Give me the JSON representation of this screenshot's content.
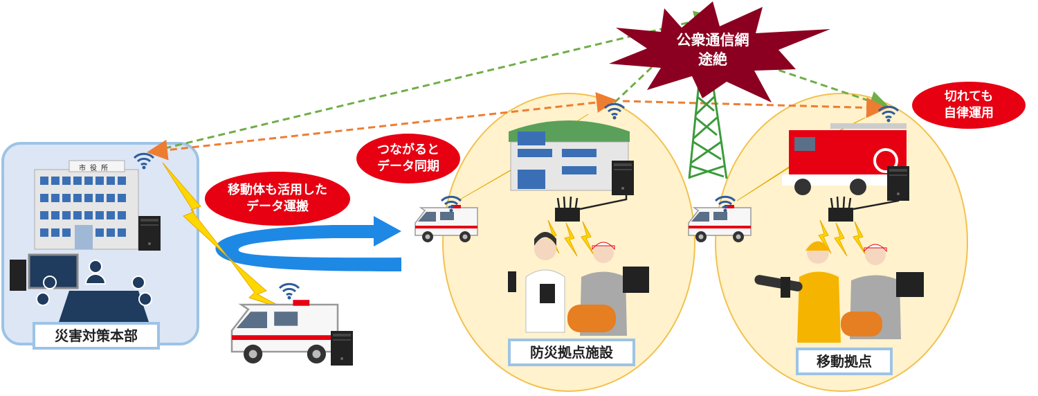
{
  "labels": {
    "hq": "災害対策本部",
    "facility": "防災拠点施設",
    "mobile_base": "移動拠点",
    "city_hall_sign": "市役所"
  },
  "callouts": {
    "mobile_transport": "移動体も活用した\nデータ運搬",
    "sync": "つながると\nデータ同期",
    "autonomous": "切れても\n自律運用",
    "network_down": "公衆通信網\n途絶"
  },
  "colors": {
    "hq_panel": "#dce6f5",
    "hq_border": "#9dc3e6",
    "base_circle": "#fff2cc",
    "base_border": "#f2c14e",
    "callout_red": "#e60012",
    "burst": "#8b0020",
    "green_link": "#70ad47",
    "orange_link": "#ed7d31",
    "arrow_blue": "#1e88e5",
    "wireless_yellow": "#ffd700"
  },
  "icons": [
    "wifi-icon",
    "lightning-bolt-icon",
    "server-icon",
    "router-icon",
    "ambulance-icon",
    "fire-truck-icon",
    "person-icon",
    "tablet-icon",
    "radio-tower-icon"
  ]
}
